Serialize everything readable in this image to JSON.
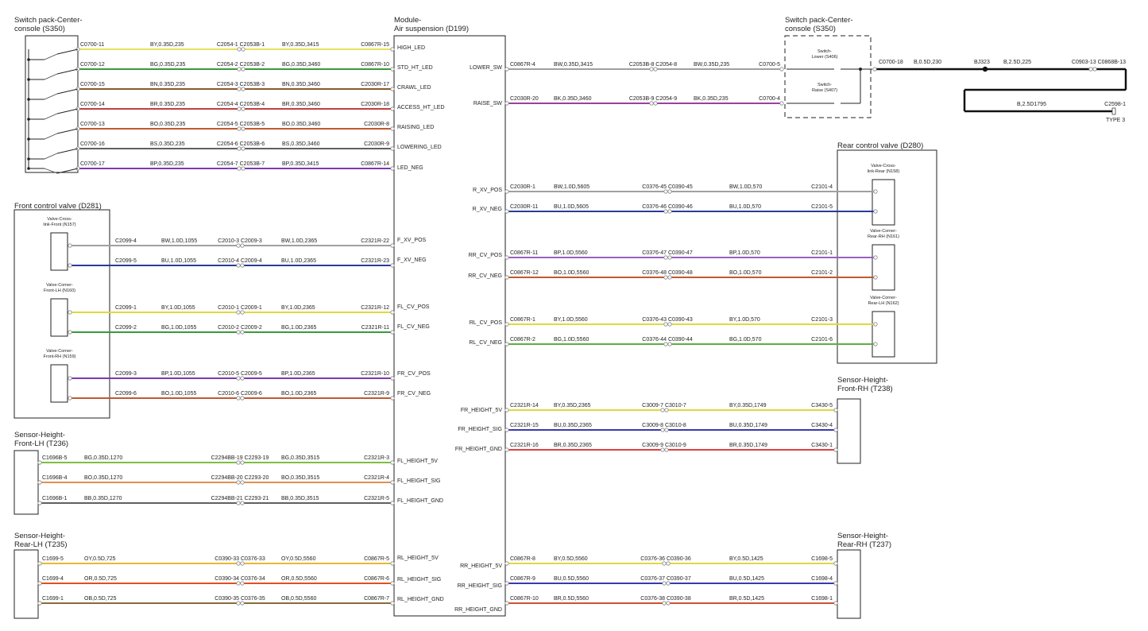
{
  "components": {
    "switch_pack_left": "Switch pack-Center-\nconsole (S350)",
    "module": "Module-\nAir suspension (D199)",
    "switch_pack_right": "Switch pack-Center-\nconsole (S350)",
    "switch_lower": "Switch-\nLower (S406)",
    "switch_raise": "Switch-\nRaise (S407)",
    "front_valve": "Front control valve (D281)",
    "valve_cross_front": "Valve-Cross-\nlink-Front (N157)",
    "valve_corner_flh": "Valve-Corner-\nFront-LH (N160)",
    "valve_corner_frh": "Valve-Corner-\nFront-RH (N159)",
    "rear_valve": "Rear control valve (D280)",
    "valve_cross_rear": "Valve-Cross-\nlink-Rear (N158)",
    "valve_corner_rrh": "Valve-Corner-\nRear-RH (N161)",
    "valve_corner_rlh": "Valve-Corner-\nRear-LH (N162)",
    "sensor_flh": "Sensor-Height-\nFront-LH (T236)",
    "sensor_frh": "Sensor-Height-\nFront-RH (T238)",
    "sensor_rlh": "Sensor-Height-\nRear-LH (T235)",
    "sensor_rrh": "Sensor-Height-\nRear-RH (T237)",
    "type3": "TYPE 3"
  },
  "pins_left": [
    "HIGH_LED",
    "STD_HT_LED",
    "CRAWL_LED",
    "ACCESS_HT_LED",
    "RAISING_LED",
    "LOWERING_LED",
    "LED_NEG",
    "F_XV_POS",
    "F_XV_NEG",
    "FL_CV_POS",
    "FL_CV_NEG",
    "FR_CV_POS",
    "FR_CV_NEG",
    "FL_HEIGHT_5V",
    "FL_HEIGHT_SIG",
    "FL_HEIGHT_GND",
    "RL_HEIGHT_5V",
    "RL_HEIGHT_SIG",
    "RL_HEIGHT_GND"
  ],
  "pins_right": [
    "LOWER_SW",
    "RAISE_SW",
    "R_XV_POS",
    "R_XV_NEG",
    "RR_CV_POS",
    "RR_CV_NEG",
    "RL_CV_POS",
    "RL_CV_NEG",
    "FR_HEIGHT_5V",
    "FR_HEIGHT_SIG",
    "FR_HEIGHT_GND",
    "RR_HEIGHT_5V",
    "RR_HEIGHT_SIG",
    "RR_HEIGHT_GND"
  ],
  "wires": [
    {
      "id": "sw1",
      "color": "#e8e060",
      "labels": [
        "C0700-11",
        "BY,0.35D,235",
        "C2054-1 C2053B-1",
        "BY,0.35D,3415",
        "C0867R-15"
      ]
    },
    {
      "id": "sw2",
      "color": "#3a9a3a",
      "labels": [
        "C0700-12",
        "BG,0.35D,235",
        "C2054-2 C2053B-2",
        "BG,0.35D,3460",
        "C0867R-10"
      ]
    },
    {
      "id": "sw3",
      "color": "#8a5a2a",
      "labels": [
        "C0700-15",
        "BN,0.35D,235",
        "C2054-3 C2053B-3",
        "BN,0.35D,3460",
        "C2030R-17"
      ]
    },
    {
      "id": "sw4",
      "color": "#c04040",
      "labels": [
        "C0700-14",
        "BR,0.35D,235",
        "C2054-4 C2053B-4",
        "BR,0.35D,3460",
        "C2030R-18"
      ]
    },
    {
      "id": "sw5",
      "color": "#c05a30",
      "labels": [
        "C0700-13",
        "BO,0.35D,235",
        "C2054-5 C2053B-5",
        "BO,0.35D,3460",
        "C2030R-8"
      ]
    },
    {
      "id": "sw6",
      "color": "#606060",
      "labels": [
        "C0700-16",
        "BS,0.35D,235",
        "C2054-6 C2053B-6",
        "BS,0.35D,3460",
        "C2030R-9"
      ]
    },
    {
      "id": "sw7",
      "color": "#7a3ab0",
      "labels": [
        "C0700-17",
        "BP,0.35D,235",
        "C2054-7 C2053B-7",
        "BP,0.35D,3415",
        "C0867R-14"
      ]
    },
    {
      "id": "lower",
      "color": "#a0a0a0",
      "labels": [
        "C0867R-4",
        "BW,0.35D,3415",
        "C2053B-8 C2054-8",
        "BW,0.35D,235",
        "C0700-5"
      ]
    },
    {
      "id": "raise",
      "color": "#9a40a0",
      "labels": [
        "C2030R-20",
        "BK,0.35D,3460",
        "C2053B-9 C2054-9",
        "BK,0.35D,235",
        "C0700-4"
      ]
    },
    {
      "id": "fxvp",
      "color": "#a0a0a0",
      "labels": [
        "C2099-4",
        "BW,1.0D,1055",
        "C2010-3 C2009-3",
        "BW,1.0D,2365",
        "C2321R-22"
      ]
    },
    {
      "id": "fxvn",
      "color": "#2a3a9a",
      "labels": [
        "C2099-5",
        "BU,1.0D,1055",
        "C2010-4 C2009-4",
        "BU,1.0D,2365",
        "C2321R-23"
      ]
    },
    {
      "id": "flcvp",
      "color": "#e0d840",
      "labels": [
        "C2099-1",
        "BY,1.0D,1055",
        "C2010-1 C2009-1",
        "BY,1.0D,2365",
        "C2321R-12"
      ]
    },
    {
      "id": "flcvn",
      "color": "#3a9a3a",
      "labels": [
        "C2099-2",
        "BG,1.0D,1055",
        "C2010-2 C2009-2",
        "BG,1.0D,2365",
        "C2321R-11"
      ]
    },
    {
      "id": "frcvp",
      "color": "#7a3ab0",
      "labels": [
        "C2099-3",
        "BP,1.0D,1055",
        "C2010-5 C2009-5",
        "BP,1.0D,2365",
        "C2321R-10"
      ]
    },
    {
      "id": "frcvn",
      "color": "#c05a30",
      "labels": [
        "C2099-6",
        "BO,1.0D,1055",
        "C2010-6 C2009-6",
        "BO,1.0D,2365",
        "C2321R-9"
      ]
    },
    {
      "id": "flh5",
      "color": "#7ac040",
      "labels": [
        "C1696B-5",
        "BG,0.35D,1270",
        "C2294BB-19 C2293-19",
        "BG,0.35D,3515",
        "C2321R-3"
      ]
    },
    {
      "id": "flhs",
      "color": "#e09050",
      "labels": [
        "C1696B-4",
        "BO,0.35D,1270",
        "C2294BB-20 C2293-20",
        "BO,0.35D,3515",
        "C2321R-4"
      ]
    },
    {
      "id": "flhg",
      "color": "#606060",
      "labels": [
        "C1696B-1",
        "BB,0.35D,1270",
        "C2294BB-21 C2293-21",
        "BB,0.35D,3515",
        "C2321R-5"
      ]
    },
    {
      "id": "rlh5",
      "color": "#e8b830",
      "labels": [
        "C1699-5",
        "OY,0.5D,725",
        "C0390-33 C0376-33",
        "OY,0.5D,5560",
        "C0867R-5"
      ]
    },
    {
      "id": "rlhs",
      "color": "#e05020",
      "labels": [
        "C1699-4",
        "OR,0.5D,725",
        "C0390-34 C0376-34",
        "OR,0.5D,5560",
        "C0867R-6"
      ]
    },
    {
      "id": "rlhg",
      "color": "#8a6a3a",
      "labels": [
        "C1699-1",
        "OB,0.5D,725",
        "C0390-35 C0376-35",
        "OB,0.5D,5560",
        "C0867R-7"
      ]
    },
    {
      "id": "rxvp",
      "color": "#a0a0a0",
      "labels": [
        "C2030R-1",
        "BW,1.0D,5605",
        "C0376-45 C0390-45",
        "BW,1.0D,570",
        "C2101-4"
      ]
    },
    {
      "id": "rxvn",
      "color": "#2a3a9a",
      "labels": [
        "C2030R-11",
        "BU,1.0D,5605",
        "C0376-46 C0390-46",
        "BU,1.0D,570",
        "C2101-5"
      ]
    },
    {
      "id": "rrcvp",
      "color": "#9a60c0",
      "labels": [
        "C0867R-11",
        "BP,1.0D,5560",
        "C0376-47 C0390-47",
        "BP,1.0D,570",
        "C2101-1"
      ]
    },
    {
      "id": "rrcvn",
      "color": "#c05a30",
      "labels": [
        "C0867R-12",
        "BO,1.0D,5560",
        "C0376-48 C0390-48",
        "BO,1.0D,570",
        "C2101-2"
      ]
    },
    {
      "id": "rlcvp",
      "color": "#e0d840",
      "labels": [
        "C0867R-1",
        "BY,1.0D,5560",
        "C0376-43 C0390-43",
        "BY,1.0D,570",
        "C2101-3"
      ]
    },
    {
      "id": "rlcvn",
      "color": "#5ab040",
      "labels": [
        "C0867R-2",
        "BG,1.0D,5560",
        "C0376-44 C0390-44",
        "BG,1.0D,570",
        "C2101-6"
      ]
    },
    {
      "id": "frh5",
      "color": "#e0d840",
      "labels": [
        "C2321R-14",
        "BY,0.35D,2365",
        "C3009-7 C3010-7",
        "BY,0.35D,1749",
        "C3430-5"
      ]
    },
    {
      "id": "frhs",
      "color": "#3a3ab0",
      "labels": [
        "C2321R-15",
        "BU,0.35D,2365",
        "C3009-8 C3010-8",
        "BU,0.35D,1749",
        "C3430-4"
      ]
    },
    {
      "id": "frhg",
      "color": "#e04040",
      "labels": [
        "C2321R-16",
        "BR,0.35D,2365",
        "C3009-9 C3010-9",
        "BR,0.35D,1749",
        "C3430-1"
      ]
    },
    {
      "id": "rrh5",
      "color": "#e0d840",
      "labels": [
        "C0867R-8",
        "BY,0.5D,5560",
        "C0376-36 C0390-36",
        "BY,0.5D,1425",
        "C1698-5"
      ]
    },
    {
      "id": "rrhs",
      "color": "#3a3ab0",
      "labels": [
        "C0867R-9",
        "BU,0.5D,5560",
        "C0376-37 C0390-37",
        "BU,0.5D,1425",
        "C1698-4"
      ]
    },
    {
      "id": "rrhg",
      "color": "#d05030",
      "labels": [
        "C0867R-10",
        "BR,0.5D,5560",
        "C0376-38 C0390-38",
        "BR,0.5D,1425",
        "C1698-1"
      ]
    }
  ],
  "ground": {
    "labels": [
      "C0700-18",
      "B,0.5D,230",
      "BJ323",
      "B,2.5D,225",
      "C0903-13 C0868B-13"
    ],
    "return_label": "B,2.5D1795",
    "end_label": "C2598-1"
  }
}
